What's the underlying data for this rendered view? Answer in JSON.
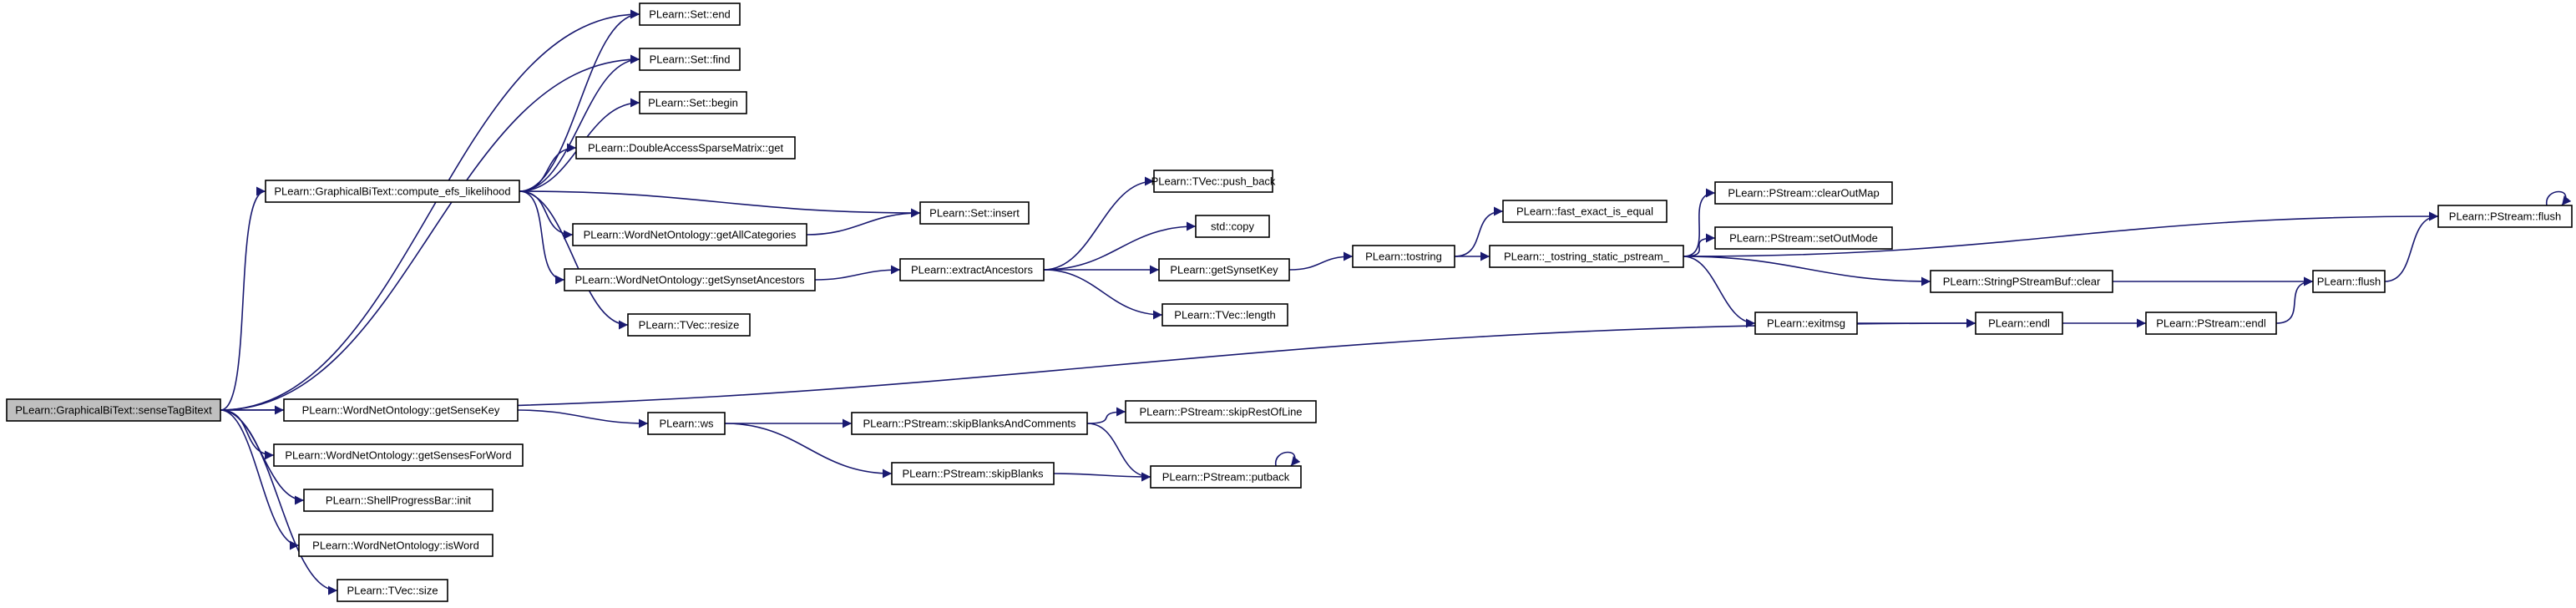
{
  "nodes": [
    {
      "id": "senseTagBitext",
      "label": "PLearn::GraphicalBiText::senseTagBitext",
      "root": true
    },
    {
      "id": "compute_efs",
      "label": "PLearn::GraphicalBiText::compute_efs_likelihood"
    },
    {
      "id": "set_end",
      "label": "PLearn::Set::end"
    },
    {
      "id": "set_find",
      "label": "PLearn::Set::find"
    },
    {
      "id": "set_begin",
      "label": "PLearn::Set::begin"
    },
    {
      "id": "dasm_get",
      "label": "PLearn::DoubleAccessSparseMatrix::get"
    },
    {
      "id": "set_insert",
      "label": "PLearn::Set::insert"
    },
    {
      "id": "getAllCategories",
      "label": "PLearn::WordNetOntology::getAllCategories"
    },
    {
      "id": "getSynsetAncestors",
      "label": "PLearn::WordNetOntology::getSynsetAncestors"
    },
    {
      "id": "tvec_resize",
      "label": "PLearn::TVec::resize"
    },
    {
      "id": "extractAncestors",
      "label": "PLearn::extractAncestors"
    },
    {
      "id": "tvec_push_back",
      "label": "PLearn::TVec::push_back"
    },
    {
      "id": "std_copy",
      "label": "std::copy"
    },
    {
      "id": "getSynsetKey",
      "label": "PLearn::getSynsetKey"
    },
    {
      "id": "tvec_length",
      "label": "PLearn::TVec::length"
    },
    {
      "id": "tostring",
      "label": "PLearn::tostring"
    },
    {
      "id": "fast_exact",
      "label": "PLearn::fast_exact_is_equal"
    },
    {
      "id": "tostring_static",
      "label": "PLearn::_tostring_static_pstream_"
    },
    {
      "id": "clearOutMap",
      "label": "PLearn::PStream::clearOutMap"
    },
    {
      "id": "setOutMode",
      "label": "PLearn::PStream::setOutMode"
    },
    {
      "id": "spsb_clear",
      "label": "PLearn::StringPStreamBuf::clear"
    },
    {
      "id": "exitmsg",
      "label": "PLearn::exitmsg"
    },
    {
      "id": "pstream_flush",
      "label": "PLearn::PStream::flush"
    },
    {
      "id": "flush",
      "label": "PLearn::flush"
    },
    {
      "id": "endl",
      "label": "PLearn::endl"
    },
    {
      "id": "pstream_endl",
      "label": "PLearn::PStream::endl"
    },
    {
      "id": "getSenseKey",
      "label": "PLearn::WordNetOntology::getSenseKey"
    },
    {
      "id": "ws",
      "label": "PLearn::ws"
    },
    {
      "id": "skipBlanksAndComments",
      "label": "PLearn::PStream::skipBlanksAndComments"
    },
    {
      "id": "skipRestOfLine",
      "label": "PLearn::PStream::skipRestOfLine"
    },
    {
      "id": "skipBlanks",
      "label": "PLearn::PStream::skipBlanks"
    },
    {
      "id": "putback",
      "label": "PLearn::PStream::putback"
    },
    {
      "id": "getSensesForWord",
      "label": "PLearn::WordNetOntology::getSensesForWord"
    },
    {
      "id": "spb_init",
      "label": "PLearn::ShellProgressBar::init"
    },
    {
      "id": "isWord",
      "label": "PLearn::WordNetOntology::isWord"
    },
    {
      "id": "tvec_size",
      "label": "PLearn::TVec::size"
    }
  ],
  "edges": [
    {
      "from": "senseTagBitext",
      "to": "set_end"
    },
    {
      "from": "senseTagBitext",
      "to": "set_find"
    },
    {
      "from": "senseTagBitext",
      "to": "compute_efs"
    },
    {
      "from": "senseTagBitext",
      "to": "endl"
    },
    {
      "from": "senseTagBitext",
      "to": "getSenseKey"
    },
    {
      "from": "senseTagBitext",
      "to": "getSensesForWord"
    },
    {
      "from": "senseTagBitext",
      "to": "spb_init"
    },
    {
      "from": "senseTagBitext",
      "to": "isWord"
    },
    {
      "from": "senseTagBitext",
      "to": "tvec_size"
    },
    {
      "from": "compute_efs",
      "to": "set_end"
    },
    {
      "from": "compute_efs",
      "to": "set_find"
    },
    {
      "from": "compute_efs",
      "to": "set_begin"
    },
    {
      "from": "compute_efs",
      "to": "dasm_get"
    },
    {
      "from": "compute_efs",
      "to": "set_insert"
    },
    {
      "from": "compute_efs",
      "to": "getAllCategories"
    },
    {
      "from": "compute_efs",
      "to": "getSynsetAncestors"
    },
    {
      "from": "compute_efs",
      "to": "tvec_resize"
    },
    {
      "from": "getAllCategories",
      "to": "set_insert"
    },
    {
      "from": "getSynsetAncestors",
      "to": "extractAncestors"
    },
    {
      "from": "extractAncestors",
      "to": "tvec_push_back"
    },
    {
      "from": "extractAncestors",
      "to": "std_copy"
    },
    {
      "from": "extractAncestors",
      "to": "getSynsetKey"
    },
    {
      "from": "extractAncestors",
      "to": "tvec_length"
    },
    {
      "from": "getSynsetKey",
      "to": "tostring"
    },
    {
      "from": "tostring",
      "to": "fast_exact"
    },
    {
      "from": "tostring",
      "to": "tostring_static"
    },
    {
      "from": "tostring_static",
      "to": "clearOutMap"
    },
    {
      "from": "tostring_static",
      "to": "setOutMode"
    },
    {
      "from": "tostring_static",
      "to": "spsb_clear"
    },
    {
      "from": "tostring_static",
      "to": "exitmsg"
    },
    {
      "from": "tostring_static",
      "to": "pstream_flush"
    },
    {
      "from": "spsb_clear",
      "to": "flush"
    },
    {
      "from": "exitmsg",
      "to": "endl"
    },
    {
      "from": "endl",
      "to": "pstream_endl"
    },
    {
      "from": "pstream_endl",
      "to": "flush"
    },
    {
      "from": "flush",
      "to": "pstream_flush"
    },
    {
      "from": "pstream_flush",
      "to": "pstream_flush"
    },
    {
      "from": "getSenseKey",
      "to": "ws"
    },
    {
      "from": "ws",
      "to": "skipBlanksAndComments"
    },
    {
      "from": "ws",
      "to": "skipBlanks"
    },
    {
      "from": "skipBlanksAndComments",
      "to": "skipRestOfLine"
    },
    {
      "from": "skipBlanksAndComments",
      "to": "putback"
    },
    {
      "from": "skipBlanks",
      "to": "putback"
    },
    {
      "from": "putback",
      "to": "putback"
    }
  ]
}
